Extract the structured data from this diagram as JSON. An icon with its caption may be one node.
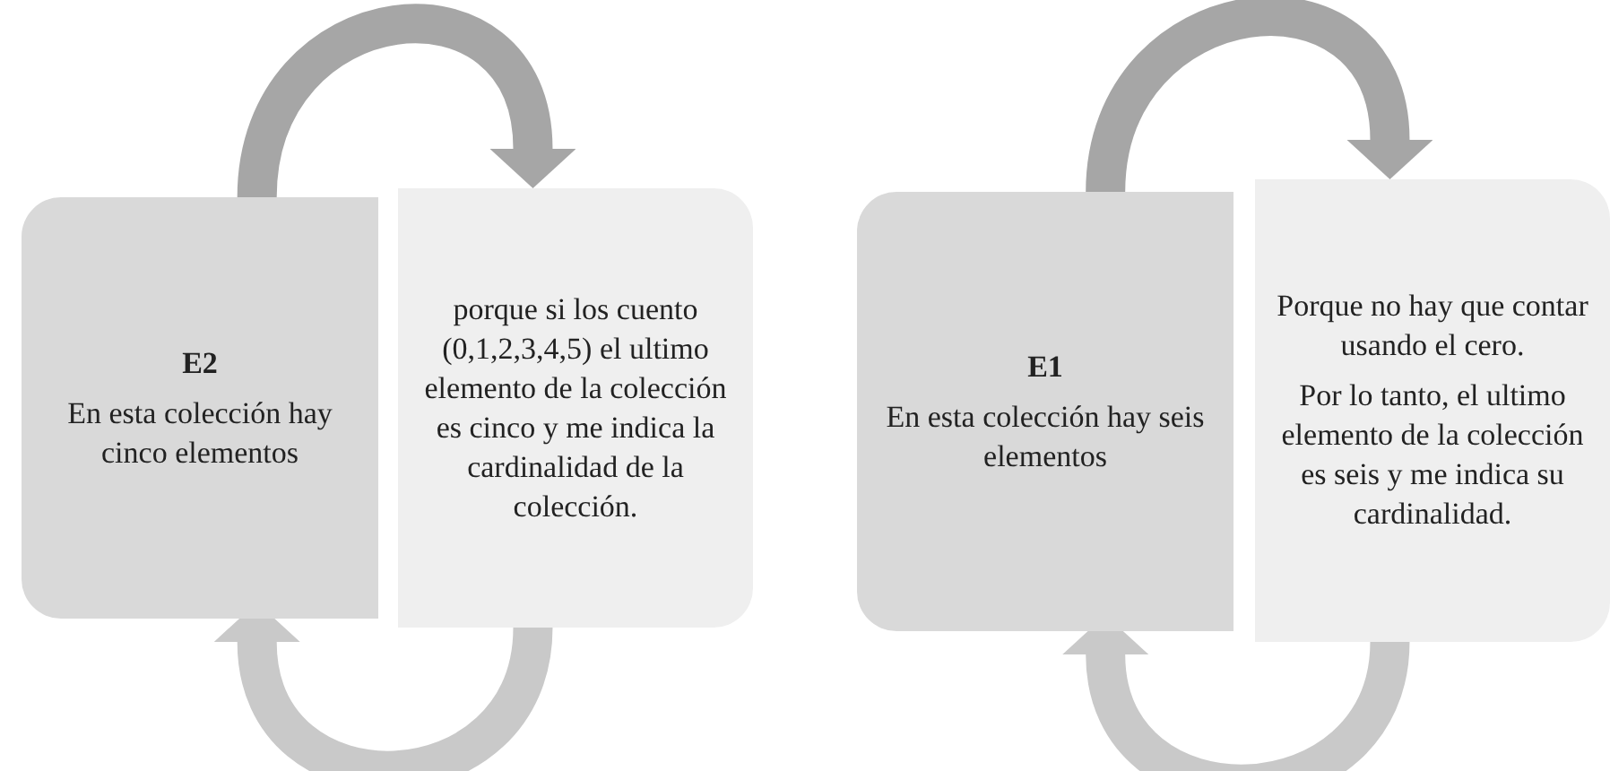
{
  "diagram": {
    "nodes": [
      {
        "text": [
          "E2",
          "En esta colección hay cinco elementos"
        ]
      },
      {
        "text": [
          "porque si los cuento (0,1,2,3,4,5) el ultimo elemento de la colección es cinco y me indica la cardinalidad de la colección."
        ]
      },
      {
        "text": [
          "E1",
          "En esta colección hay seis elementos"
        ]
      },
      {
        "text": [
          "Porque no hay que contar usando el cero.",
          "Por lo tanto, el ultimo elemento de la colección es seis y me indica su cardinalidad."
        ]
      }
    ],
    "edges": [
      {
        "from": 0,
        "to": 1,
        "arrow": "to",
        "color": "#a6a6a6"
      },
      {
        "from": 1,
        "to": 0,
        "arrow": "to",
        "color": "#c9c9c9"
      },
      {
        "from": 2,
        "to": 3,
        "arrow": "to",
        "color": "#a6a6a6"
      },
      {
        "from": 3,
        "to": 2,
        "arrow": "to",
        "color": "#c9c9c9"
      }
    ]
  }
}
